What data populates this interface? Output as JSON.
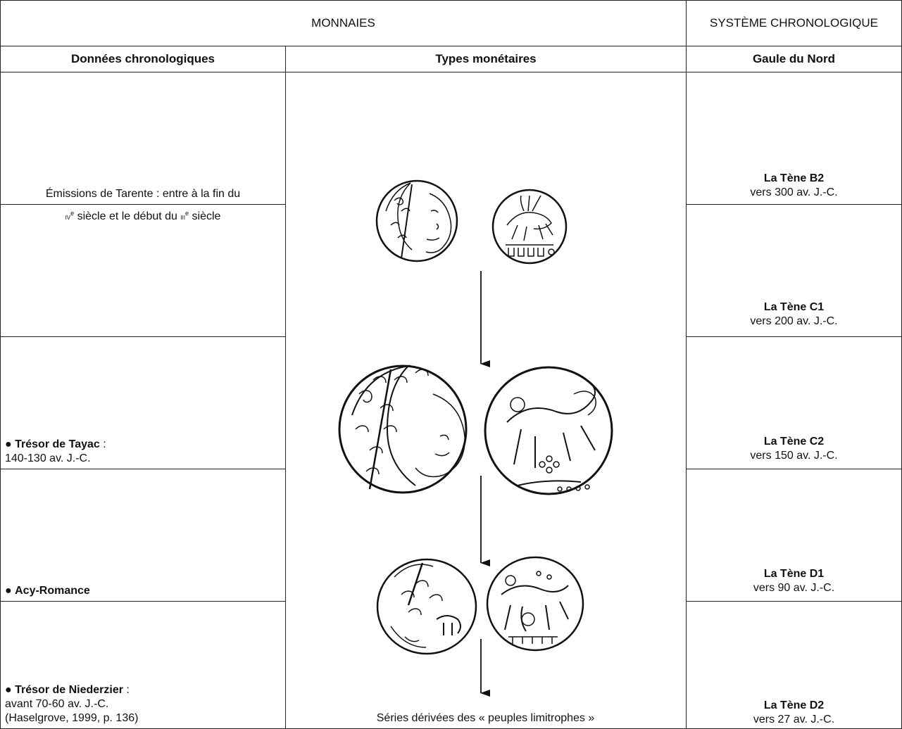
{
  "header": {
    "monnaies": "MONNAIES",
    "systeme": "SYSTÈME CHRONOLOGIQUE",
    "col1": "Données chronologiques",
    "col2": "Types monétaires",
    "col3": "Gaule du Nord"
  },
  "left": {
    "tarente_line1": "Émissions de Tarente : entre à la fin du",
    "tarente_iv": "iv",
    "tarente_e1": "e",
    "tarente_mid": " siècle et le début du ",
    "tarente_iii": "iii",
    "tarente_e2": "e",
    "tarente_end": " siècle",
    "bullet": "●",
    "tayac_name": "Trésor de Tayac",
    "tayac_colon": " :",
    "tayac_date": "140-130 av. J.-C.",
    "acy_name": "Acy-Romance",
    "nieder_name": "Trésor de Niederzier",
    "nieder_colon": " :",
    "nieder_date": "avant 70-60 av. J.-C.",
    "nieder_ref": "(Haselgrove, 1999, p. 136)"
  },
  "middle": {
    "caption": "Séries dérivées des « peuples limitrophes »"
  },
  "right": [
    {
      "phase": "La Tène B2",
      "date": "vers 300 av. J.-C."
    },
    {
      "phase": "La Tène C1",
      "date": "vers 200 av. J.-C."
    },
    {
      "phase": "La Tène C2",
      "date": "vers 150 av. J.-C."
    },
    {
      "phase": "La Tène D1",
      "date": "vers 90 av. J.-C."
    },
    {
      "phase": "La Tène D2",
      "date": "vers 27 av. J.-C."
    }
  ]
}
